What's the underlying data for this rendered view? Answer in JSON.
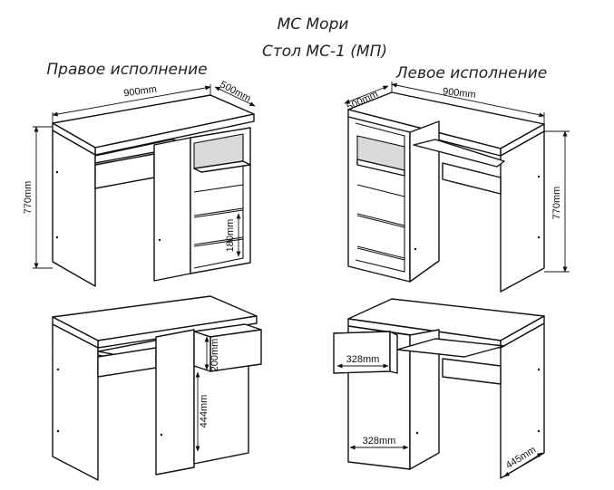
{
  "title": {
    "line1": "МС Мори",
    "line2": "Стол МС-1 (МП)"
  },
  "right_version": {
    "heading": "Правое исполнение",
    "width": "900mm",
    "depth": "500mm",
    "height": "770mm",
    "shelf_gap": "180mm",
    "drawer_height": "200mm",
    "door_height": "444mm"
  },
  "left_version": {
    "heading": "Левое исполнение",
    "width": "900mm",
    "depth": "500mm",
    "height": "770mm",
    "drawer_width": "328mm",
    "door_width": "328mm",
    "leg_depth": "445mm"
  }
}
